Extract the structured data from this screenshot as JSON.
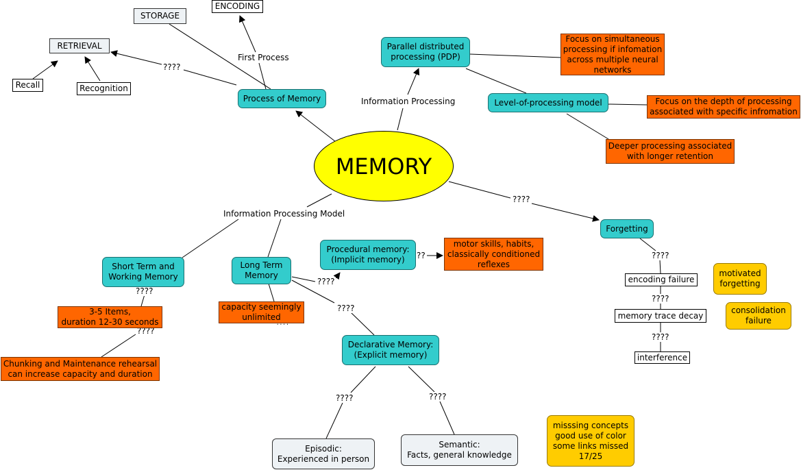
{
  "center": "MEMORY",
  "nodes": {
    "storage": "STORAGE",
    "encoding": "ENCODING",
    "retrieval": "RETRIEVAL",
    "recall": "Recall",
    "recognition": "Recognition",
    "process_of_memory": "Process of Memory",
    "pdp": "Parallel distributed\nprocessing (PDP)",
    "pdp_focus": "Focus on simultaneous\nprocessing if infomation\nacross multiple neural\nnetworks",
    "level_model": "Level-of-processing model",
    "level_focus": "Focus on the depth of processing\nassociated with specific infromation",
    "deeper": "Deeper processing associated\nwith longer retention",
    "forgetting": "Forgetting",
    "encoding_failure": "encoding failure",
    "trace_decay": "memory trace decay",
    "interference": "interference",
    "motivated": "motivated\nforgetting",
    "consolidation": "consolidation\nfailure",
    "stm": "Short Term and\nWorking Memory",
    "stm_items": "3-5 Items,\nduration 12-30 seconds",
    "chunking": "Chunking and Maintenance rehearsal\ncan increase capacity and duration",
    "ltm": "Long Term\nMemory",
    "capacity": "capacity seemingly\nunlimited",
    "procedural": "Procedural memory:\n(Implicit memory)",
    "motor": "motor skills, habits,\nclassically conditioned\nreflexes",
    "declarative": "Declarative Memory:\n(Explicit memory)",
    "episodic": "Episodic:\nExperienced in person",
    "semantic": "Semantic:\nFacts, general knowledge",
    "feedback": "misssing concepts\ngood use of color\nsome links missed\n17/25"
  },
  "labels": {
    "first_process": "First Process",
    "q_retrieval": "????",
    "info_processing": "Information Processing",
    "q_forgetting": "????",
    "info_model": "Information Processing Model",
    "q_stm_1": "????",
    "q_stm_2": "????",
    "q_capacity": "????",
    "q_procedural": "????",
    "q_motor": "??",
    "q_declarative": "????",
    "q_episodic": "????",
    "q_semantic": "????",
    "q_encfail": "????",
    "q_decay": "????",
    "q_interf": "????"
  }
}
